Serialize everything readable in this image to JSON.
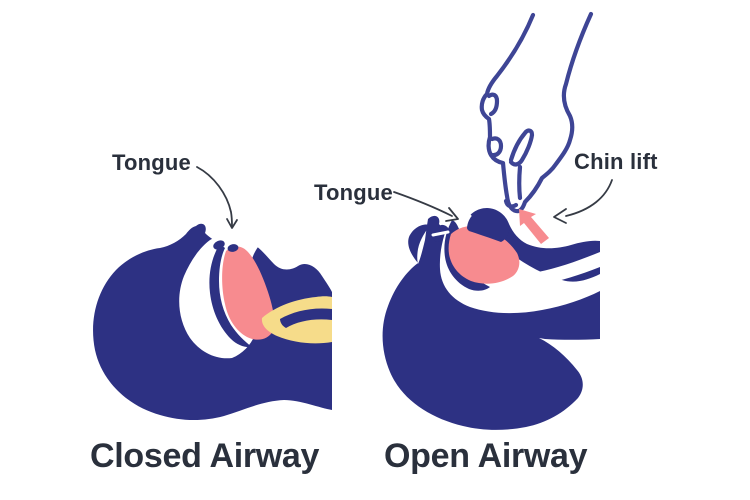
{
  "colors": {
    "navy": "#2d3183",
    "pink": "#f78b8f",
    "yellow": "#f6dc8a",
    "hand": "#3e4595",
    "ink": "#2a303c",
    "arrow": "#363b45",
    "background": "#ffffff"
  },
  "panels": {
    "closed": {
      "caption": "Closed Airway",
      "tongue_label": "Tongue"
    },
    "open": {
      "caption": "Open Airway",
      "tongue_label": "Tongue",
      "chin_label": "Chin lift"
    }
  }
}
